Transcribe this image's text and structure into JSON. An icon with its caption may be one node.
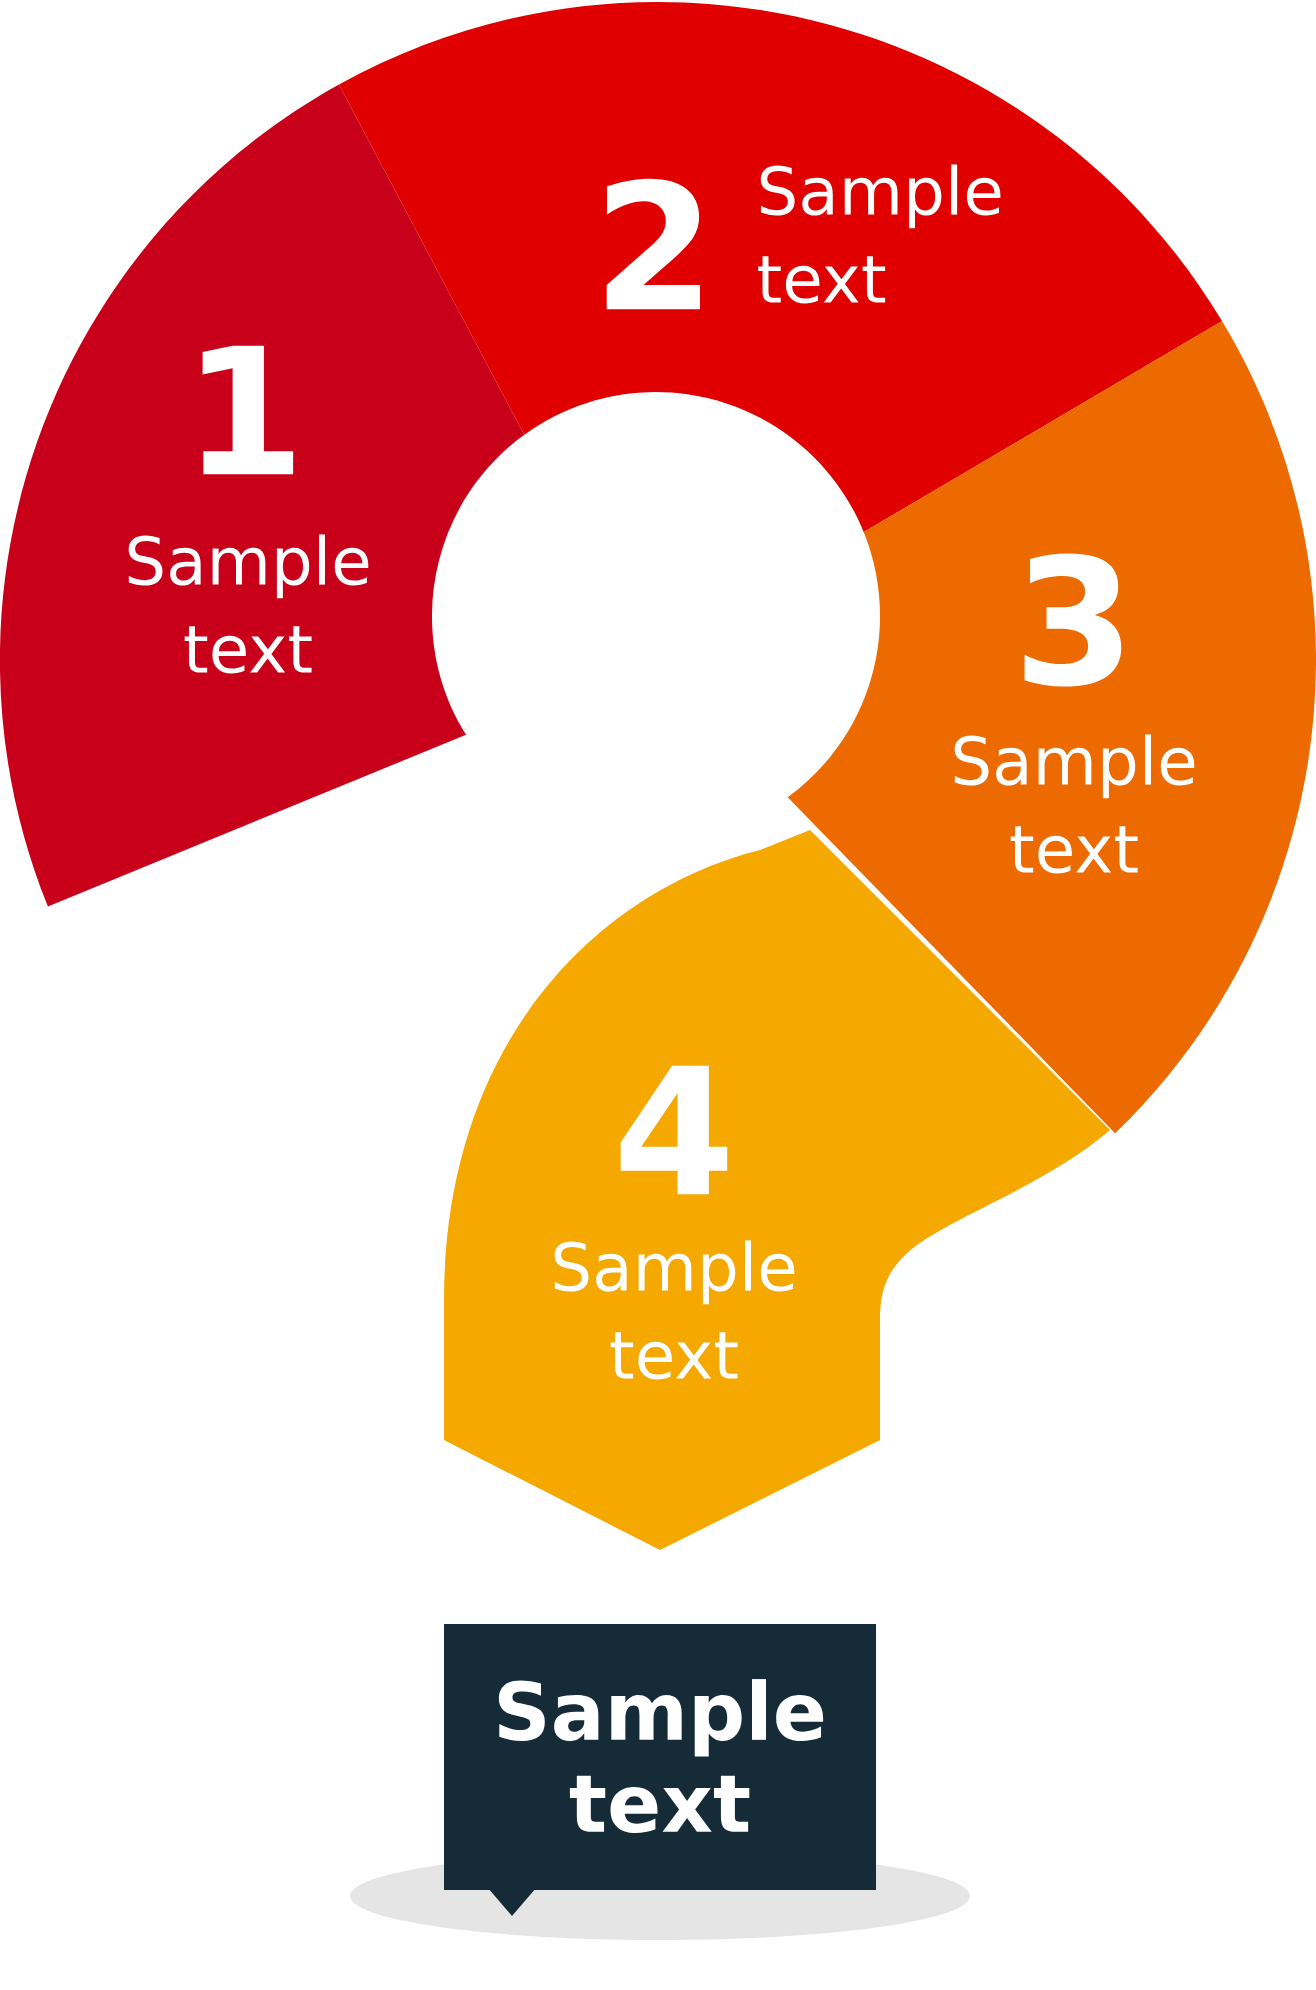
{
  "diagram": {
    "nodes": [
      {
        "text": [
          "1",
          "Sample text"
        ]
      },
      {
        "text": [
          "2",
          "Sample text"
        ]
      },
      {
        "text": [
          "3",
          "Sample text"
        ]
      },
      {
        "text": [
          "4",
          "Sample text"
        ]
      },
      {
        "text": [
          "Sample text"
        ]
      }
    ]
  }
}
